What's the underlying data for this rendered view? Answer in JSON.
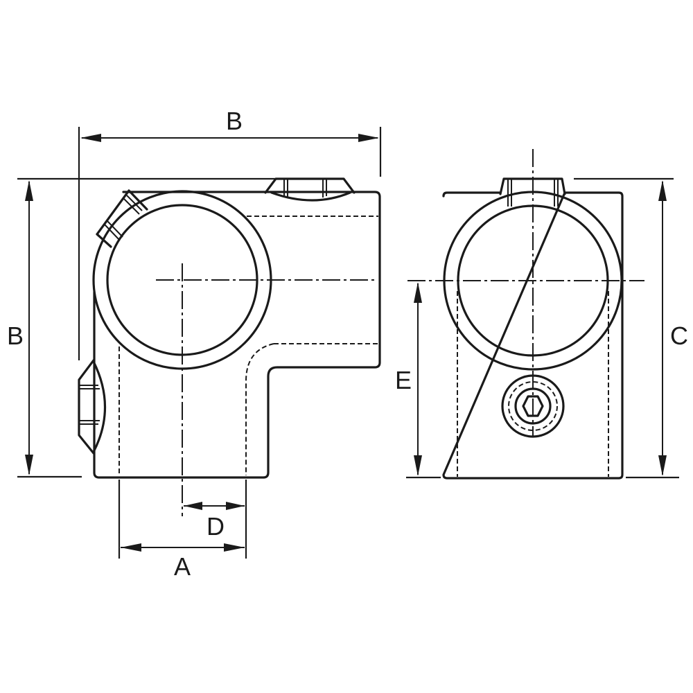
{
  "dimensions": {
    "top_width": "B",
    "left_height": "B",
    "right_height": "C",
    "right_center_height": "E",
    "bottom_width": "A",
    "bottom_offset": "D"
  }
}
